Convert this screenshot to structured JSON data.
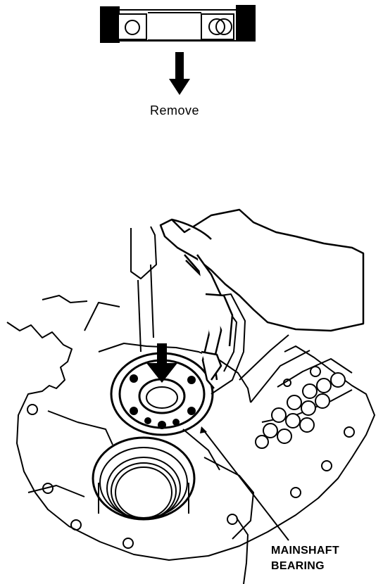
{
  "labels": {
    "remove": "Remove",
    "callout_line1": "MAINSHAFT",
    "callout_line2": "BEARING"
  },
  "colors": {
    "ink": "#000000",
    "paper": "#ffffff"
  }
}
